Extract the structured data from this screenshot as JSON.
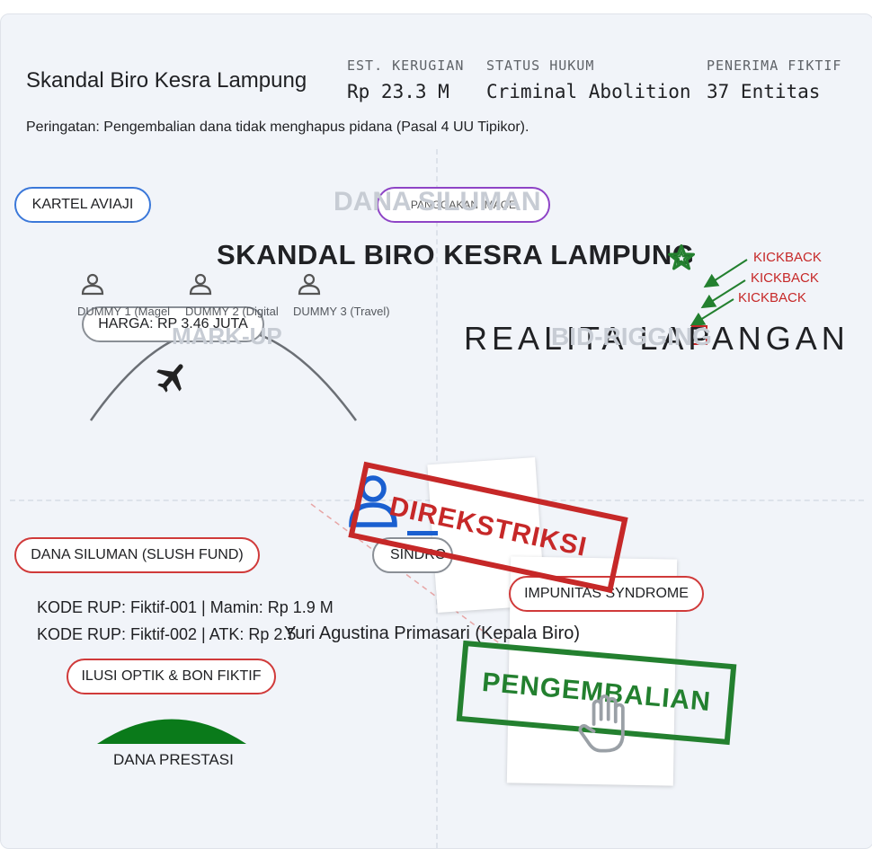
{
  "header": {
    "title": "Skandal Biro Kesra Lampung",
    "warning": "Peringatan: Pengembalian dana tidak menghapus pidana (Pasal 4 UU Tipikor).",
    "stats": [
      {
        "label": "EST. KERUGIAN",
        "value": "Rp 23.3 M"
      },
      {
        "label": "STATUS HUKUM",
        "value": "Criminal Abolition"
      },
      {
        "label": "PENERIMA FIKTIF",
        "value": "37 Entitas"
      }
    ]
  },
  "diagram": {
    "center_title": "SKANDAL BIRO KESRA LAMPUNG",
    "top_left": {
      "cartel_label": "KARTEL AVIAJI",
      "price_label": "HARGA: RP 3.46 JUTA",
      "markup_label": "MARK-UP",
      "dummies": [
        "DUMMY 1 (Magel",
        "DUMMY 2 (Digital",
        "DUMMY 3 (Travel)"
      ]
    },
    "top_right": {
      "ghost_label": "DANA SILUMAN",
      "purple_pill": "PANGGAKAN IMAGE",
      "kickbacks": [
        "KICKBACK",
        "KICKBACK",
        "KICKBACK"
      ],
      "bid_rigging": "BID-RIGGING",
      "realita": "REALITA LAPANGAN"
    },
    "bottom_left": {
      "slush_label": "DANA SILUMAN (SLUSH FUND)",
      "codes": [
        "KODE RUP: Fiktif-001 | Mamin: Rp 1.9 M",
        "KODE RUP: Fiktif-002 | ATK: Rp 2.5"
      ],
      "illusion_label": "ILUSI OPTIK & BON FIKTIF",
      "prestasi_label": "DANA PRESTASI"
    },
    "bottom_right": {
      "sindrom_label": "SINDRO",
      "impunity_label": "IMPUNITAS SYNDROME",
      "person_label": "Yuri Agustina Primasari (Kepala Biro)",
      "stamp_red": "DIREKSTRIKSI",
      "stamp_green": "PENGEMBALIAN"
    }
  },
  "colors": {
    "blue": "#3b78d9",
    "purple": "#8e44c6",
    "red": "#c62828",
    "green": "#23802f"
  },
  "icons": [
    "person-icon",
    "airplane-icon",
    "star-icon",
    "arrow-icon",
    "hand-icon"
  ]
}
